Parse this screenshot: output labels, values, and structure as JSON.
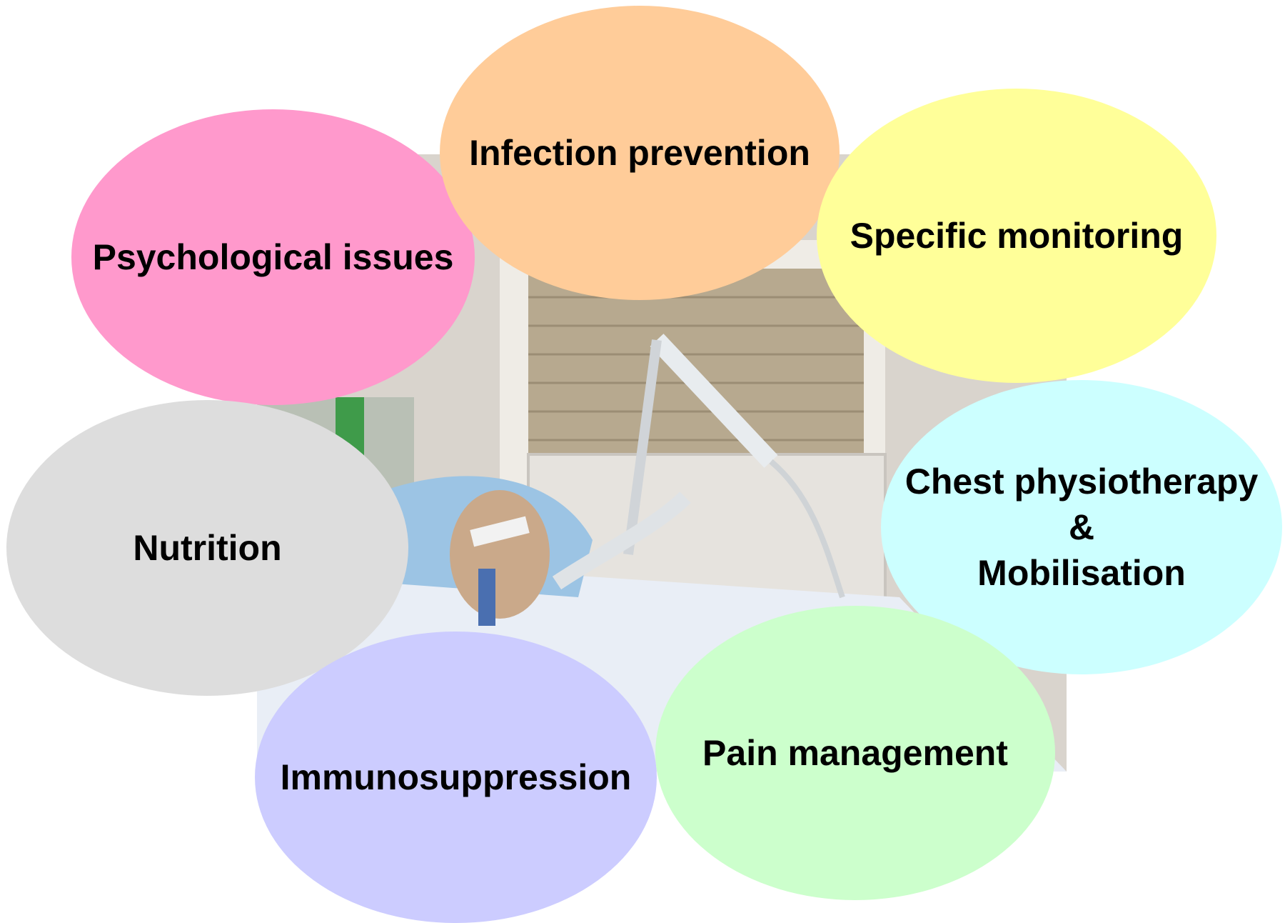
{
  "photo": {
    "subject": "icu-patient-bed-photo",
    "colors": {
      "wall": "#d9d4cd",
      "window_frame": "#efece6",
      "blinds": "#b7a98f",
      "pillow": "#9cc4e4",
      "blanket": "#e9eef6",
      "face_bar": "#f2f2f2"
    }
  },
  "nodes": [
    {
      "id": "psychological-issues",
      "label": "Psychological issues",
      "color": "#ff99cc"
    },
    {
      "id": "infection-prevention",
      "label": "Infection prevention",
      "color": "#ffcc99"
    },
    {
      "id": "specific-monitoring",
      "label": "Specific monitoring",
      "color": "#ffff99"
    },
    {
      "id": "nutrition",
      "label": "Nutrition",
      "color": "#dddddd"
    },
    {
      "id": "chest-physiotherapy",
      "label": "Chest physiotherapy\n&\nMobilisation",
      "color": "#ccffff"
    },
    {
      "id": "immunosuppression",
      "label": "Immunosuppression",
      "color": "#ccccff"
    },
    {
      "id": "pain-management",
      "label": "Pain management",
      "color": "#ccffcc"
    }
  ]
}
